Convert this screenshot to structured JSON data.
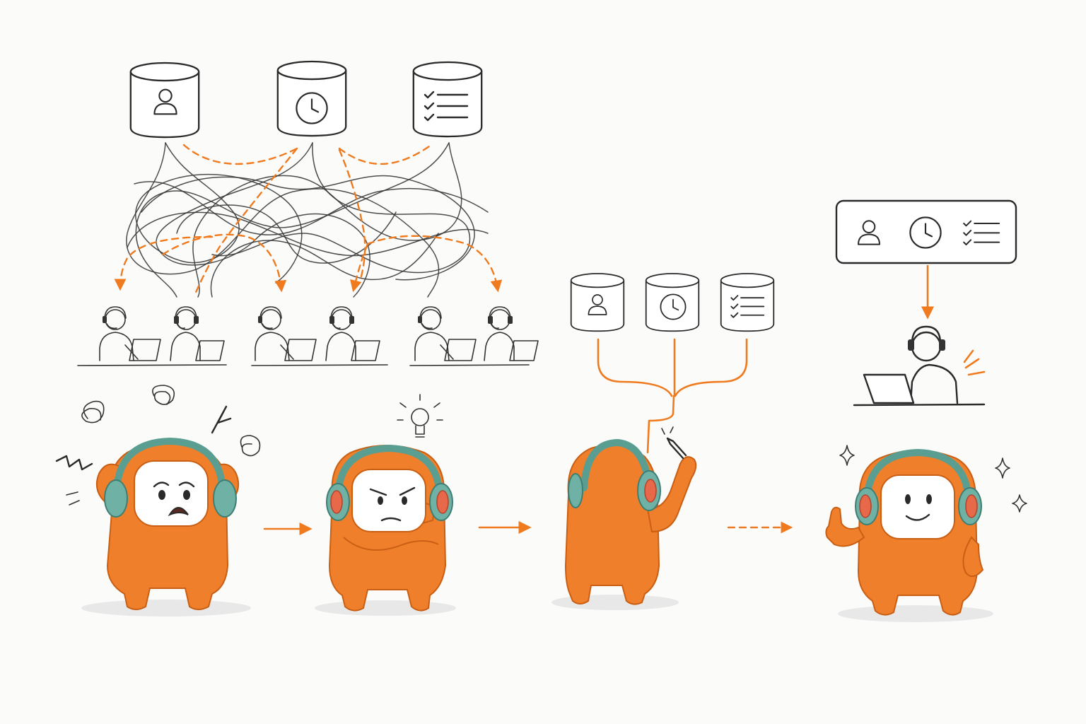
{
  "scene": {
    "colors": {
      "accent": "#f07a1e",
      "ink": "#2a2a2a",
      "character": "#f07f2b",
      "headphones": "#6fb1a4",
      "background": "#fbfbfa"
    },
    "databases_top": [
      {
        "icon": "user-icon"
      },
      {
        "icon": "clock-icon"
      },
      {
        "icon": "checklist-icon"
      }
    ],
    "databases_mid": [
      {
        "icon": "user-icon"
      },
      {
        "icon": "clock-icon"
      },
      {
        "icon": "checklist-icon"
      }
    ],
    "unified_panel": {
      "icons": [
        "user-icon",
        "clock-icon",
        "checklist-icon"
      ]
    },
    "agent_groups": 3,
    "stages": [
      {
        "mood": "stressed"
      },
      {
        "mood": "thinking"
      },
      {
        "mood": "drawing"
      },
      {
        "mood": "happy"
      }
    ]
  }
}
